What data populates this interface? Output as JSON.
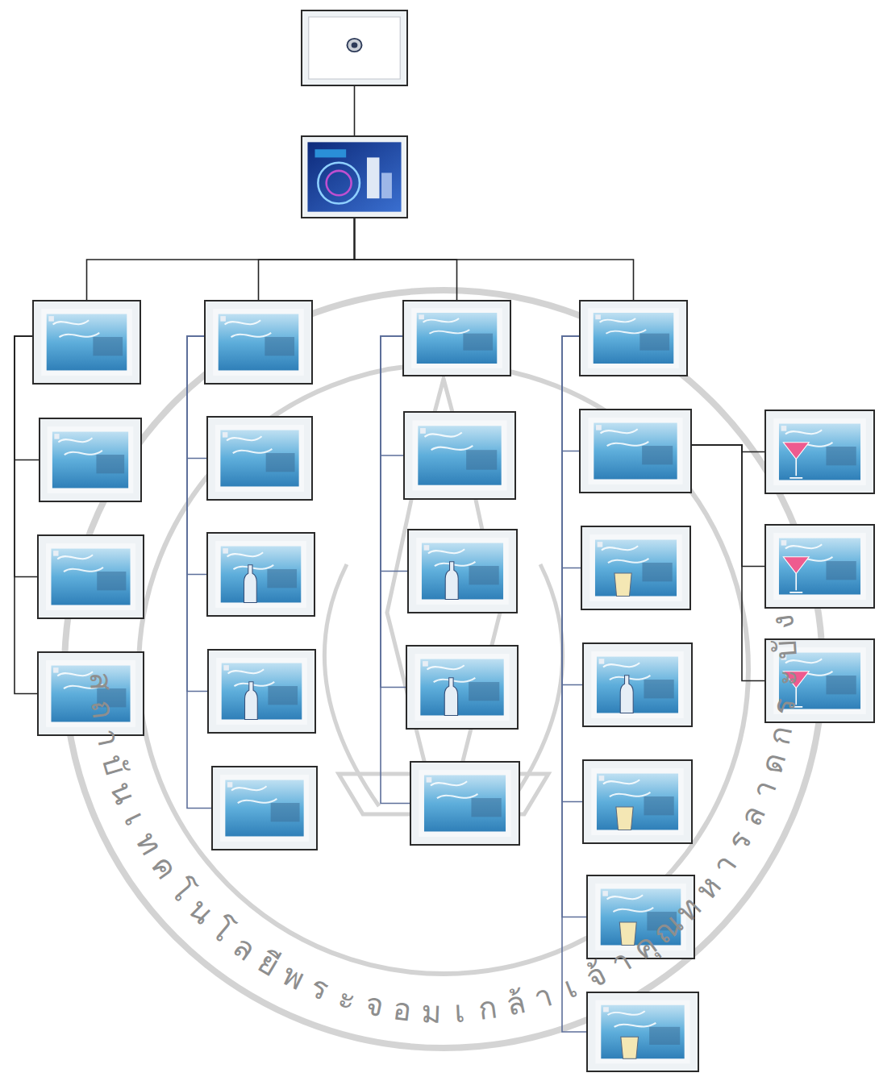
{
  "diagram": {
    "nodes": [
      {
        "text": []
      },
      {
        "text": []
      },
      {
        "text": []
      },
      {
        "text": []
      },
      {
        "text": []
      },
      {
        "text": []
      },
      {
        "text": []
      },
      {
        "text": []
      },
      {
        "text": []
      },
      {
        "text": []
      },
      {
        "text": []
      },
      {
        "text": []
      },
      {
        "text": []
      },
      {
        "text": []
      },
      {
        "text": []
      },
      {
        "text": []
      },
      {
        "text": []
      },
      {
        "text": []
      },
      {
        "text": []
      },
      {
        "text": []
      },
      {
        "text": []
      },
      {
        "text": []
      },
      {
        "text": []
      },
      {
        "text": []
      },
      {
        "text": []
      },
      {
        "text": []
      }
    ],
    "edges": [
      {
        "from": 0,
        "to": 1,
        "arrow": "none"
      },
      {
        "from": 1,
        "to": 2,
        "arrow": "none"
      },
      {
        "from": 1,
        "to": 3,
        "arrow": "none"
      },
      {
        "from": 1,
        "to": 4,
        "arrow": "none"
      },
      {
        "from": 1,
        "to": 5,
        "arrow": "none"
      },
      {
        "from": 2,
        "to": 6,
        "arrow": "none"
      },
      {
        "from": 2,
        "to": 7,
        "arrow": "none"
      },
      {
        "from": 2,
        "to": 8,
        "arrow": "none"
      },
      {
        "from": 3,
        "to": 9,
        "arrow": "none"
      },
      {
        "from": 3,
        "to": 10,
        "arrow": "none"
      },
      {
        "from": 3,
        "to": 11,
        "arrow": "none"
      },
      {
        "from": 3,
        "to": 12,
        "arrow": "none"
      },
      {
        "from": 4,
        "to": 13,
        "arrow": "none"
      },
      {
        "from": 4,
        "to": 14,
        "arrow": "none"
      },
      {
        "from": 4,
        "to": 15,
        "arrow": "none"
      },
      {
        "from": 4,
        "to": 16,
        "arrow": "none"
      },
      {
        "from": 5,
        "to": 17,
        "arrow": "none"
      },
      {
        "from": 5,
        "to": 18,
        "arrow": "none"
      },
      {
        "from": 5,
        "to": 19,
        "arrow": "none"
      },
      {
        "from": 5,
        "to": 20,
        "arrow": "none"
      },
      {
        "from": 5,
        "to": 21,
        "arrow": "none"
      },
      {
        "from": 5,
        "to": 22,
        "arrow": "none"
      },
      {
        "from": 17,
        "to": 23,
        "arrow": "none"
      },
      {
        "from": 17,
        "to": 24,
        "arrow": "none"
      },
      {
        "from": 17,
        "to": 25,
        "arrow": "none"
      }
    ],
    "labels": [
      "สถาบันเทคโนโลยีพระจอมเกล้าเจ้าคุณทหารลาดกระบัง"
    ]
  }
}
